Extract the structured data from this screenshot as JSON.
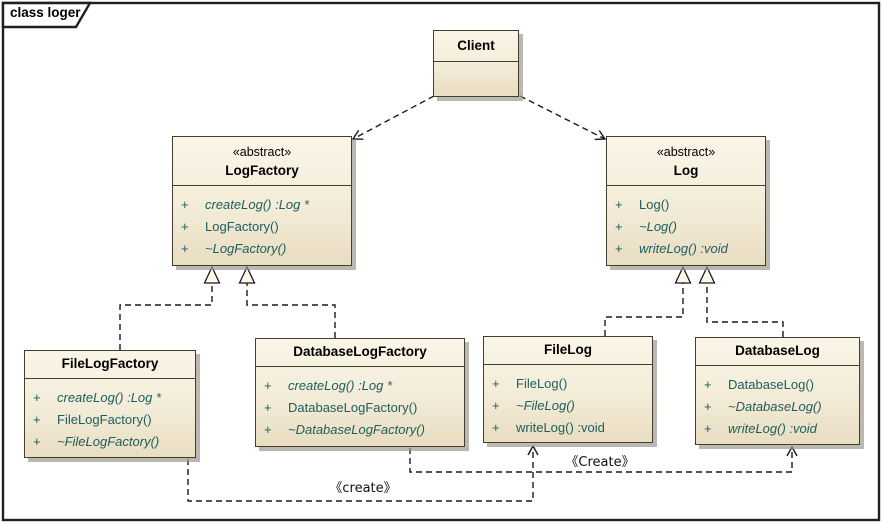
{
  "frame": {
    "title": "class loger"
  },
  "connector_labels": {
    "create_lower": "《create》",
    "create_upper": "《Create》"
  },
  "colors": {
    "box_fill_top": "#faf5e8",
    "box_fill_bottom": "#e9ddc2",
    "box_border": "#453e2e",
    "method_text": "#1d5e5e",
    "line": "#1a1a1a",
    "shadow": "#9e9a92"
  },
  "classes": [
    {
      "name": "Client",
      "stereotype": "",
      "methods": []
    },
    {
      "name": "LogFactory",
      "stereotype": "«abstract»",
      "methods": [
        {
          "vis": "+",
          "text": "createLog() :Log *",
          "italic": true
        },
        {
          "vis": "+",
          "text": "LogFactory()",
          "italic": false
        },
        {
          "vis": "+",
          "text": "~LogFactory()",
          "italic": true
        }
      ]
    },
    {
      "name": "Log",
      "stereotype": "«abstract»",
      "methods": [
        {
          "vis": "+",
          "text": "Log()",
          "italic": false
        },
        {
          "vis": "+",
          "text": "~Log()",
          "italic": true
        },
        {
          "vis": "+",
          "text": "writeLog() :void",
          "italic": true
        }
      ]
    },
    {
      "name": "FileLogFactory",
      "stereotype": "",
      "methods": [
        {
          "vis": "+",
          "text": "createLog() :Log *",
          "italic": true
        },
        {
          "vis": "+",
          "text": "FileLogFactory()",
          "italic": false
        },
        {
          "vis": "+",
          "text": "~FileLogFactory()",
          "italic": true
        }
      ]
    },
    {
      "name": "DatabaseLogFactory",
      "stereotype": "",
      "methods": [
        {
          "vis": "+",
          "text": "createLog() :Log *",
          "italic": true
        },
        {
          "vis": "+",
          "text": "DatabaseLogFactory()",
          "italic": false
        },
        {
          "vis": "+",
          "text": "~DatabaseLogFactory()",
          "italic": true
        }
      ]
    },
    {
      "name": "FileLog",
      "stereotype": "",
      "methods": [
        {
          "vis": "+",
          "text": "FileLog()",
          "italic": false
        },
        {
          "vis": "+",
          "text": "~FileLog()",
          "italic": true
        },
        {
          "vis": "+",
          "text": "writeLog() :void",
          "italic": false
        }
      ]
    },
    {
      "name": "DatabaseLog",
      "stereotype": "",
      "methods": [
        {
          "vis": "+",
          "text": "DatabaseLog()",
          "italic": false
        },
        {
          "vis": "+",
          "text": "~DatabaseLog()",
          "italic": true
        },
        {
          "vis": "+",
          "text": "writeLog() :void",
          "italic": true
        }
      ]
    }
  ]
}
